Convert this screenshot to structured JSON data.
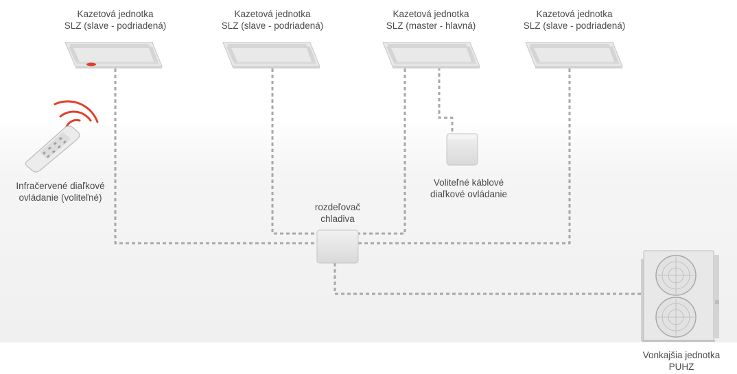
{
  "units": [
    {
      "line1": "Kazetová jednotka",
      "line2": "SLZ (slave - podriadená)",
      "role": "slave"
    },
    {
      "line1": "Kazetová jednotka",
      "line2": "SLZ (slave - podriadená)",
      "role": "slave"
    },
    {
      "line1": "Kazetová jednotka",
      "line2": "SLZ (master - hlavná)",
      "role": "master"
    },
    {
      "line1": "Kazetová jednotka",
      "line2": "SLZ (slave - podriadená)",
      "role": "slave"
    }
  ],
  "remote_ir": {
    "line1": "Infračervené diaľkové",
    "line2": "ovládanie (voliteľné)"
  },
  "remote_wired": {
    "line1": "Voliteľné káblové",
    "line2": "diaľkové ovládanie"
  },
  "distributor": {
    "line1": "rozdeľovač",
    "line2": "chladiva"
  },
  "outdoor": {
    "line1": "Vonkajšia jednotka",
    "line2": "PUHZ"
  },
  "colors": {
    "line": "#a8a8a8",
    "panel": "#e6e6e6",
    "panel_edge": "#c4c4c4",
    "signal": "#e0402a",
    "text": "#4a4a4a",
    "floor": "#f4f4f4"
  }
}
